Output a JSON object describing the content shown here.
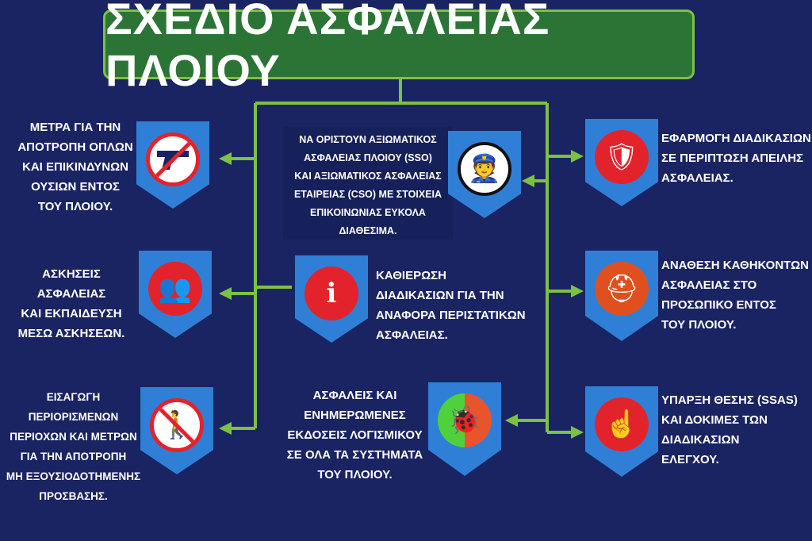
{
  "title": "ΣΧΕΔΙΟ ΑΣΦΑΛΕΙΑΣ ΠΛΟΙΟΥ",
  "colors": {
    "background": "#1a2462",
    "title_bg": "#2c7436",
    "connector": "#7cc242",
    "badge": "#2f7fd6",
    "icon_circle": "#e3232b"
  },
  "items": [
    {
      "text": "ΜΕΤΡΑ ΓΙΑ ΤΗΝ\nΑΠΟΤΡΟΠΗ ΟΠΛΩΝ\nΚΑΙ ΕΠΙΚΙΝΔΥΝΩΝ\nΟΥΣΙΩΝ ΕΝΤΟΣ\nΤΟΥ ΠΛΟΙΟΥ.",
      "icon": "no-weapons-icon"
    },
    {
      "text": "ΑΣΚΗΣΕΙΣ ΑΣΦΑΛΕΙΑΣ\nΚΑΙ ΕΚΠΑΙΔΕΥΣΗ\nΜΕΣΩ ΑΣΚΗΣΕΩΝ.",
      "icon": "group-icon"
    },
    {
      "text": "ΕΙΣΑΓΩΓΗ ΠΕΡΙΟΡΙΣΜΕΝΩΝ\nΠΕΡΙΟΧΩΝ ΚΑΙ ΜΕΤΡΩΝ\nΓΙΑ ΤΗΝ ΑΠΟΤΡΟΠΗ\nΜΗ ΕΞΟΥΣΙΟΔΟΤΗΜΕΝΗΣ\nΠΡΟΣΒΑΣΗΣ.",
      "icon": "no-entry-icon"
    },
    {
      "text": "ΝΑ ΟΡΙΣΤΟΥΝ ΑΞΙΩΜΑΤΙΚΟΣ\nΑΣΦΑΛΕΙΑΣ ΠΛΟΙΟΥ (SSO)\nΚΑΙ ΑΞΙΩΜΑΤΙΚΟΣ ΑΣΦΑΛΕΙΑΣ\nΕΤΑΙΡΕΙΑΣ (CSO) ΜΕ ΣΤΟΙΧΕΙΑ\nΕΠΙΚΟΙΝΩΝΙΑΣ ΕΥΚΟΛΑ\nΔΙΑΘΕΣΙΜΑ.",
      "icon": "officer-icon"
    },
    {
      "text": "ΚΑΘΙΕΡΩΣΗ\nΔΙΑΔΙΚΑΣΙΩΝ ΓΙΑ ΤΗΝ\nΑΝΑΦΟΡΑ ΠΕΡΙΣΤΑΤΙΚΩΝ\nΑΣΦΑΛΕΙΑΣ.",
      "icon": "info-hand-icon"
    },
    {
      "text": "ΑΣΦΑΛΕΙΣ ΚΑΙ\nΕΝΗΜΕΡΩΜΕΝΕΣ\nΕΚΔΟΣΕΙΣ ΛΟΓΙΣΜΙΚΟΥ\nΣΕ ΟΛΑ ΤΑ ΣΥΣΤΗΜΑΤΑ\nΤΟΥ ΠΛΟΙΟΥ.",
      "icon": "bug-icon"
    },
    {
      "text": "ΕΦΑΡΜΟΓΗ ΔΙΑΔΙΚΑΣΙΩΝ\nΣΕ ΠΕΡΙΠΤΩΣΗ ΑΠΕΙΛΗΣ\nΑΣΦΑΛΕΙΑΣ.",
      "icon": "shield-check-icon"
    },
    {
      "text": "ΑΝΑΘΕΣΗ ΚΑΘΗΚΟΝΤΩΝ\nΑΣΦΑΛΕΙΑΣ ΣΤΟ\nΠΡΟΣΩΠΙΚΟ ΕΝΤΟΣ\nΤΟΥ ΠΛΟΙΟΥ.",
      "icon": "helmet-icon"
    },
    {
      "text": "ΥΠΑΡΞΗ ΘΕΣΗΣ (SSAS)\nΚΑΙ ΔΟΚΙΜΕΣ ΤΩΝ\nΔΙΑΔΙΚΑΣΙΩΝ\nΕΛΕΓΧΟΥ.",
      "icon": "alarm-button-icon"
    }
  ]
}
